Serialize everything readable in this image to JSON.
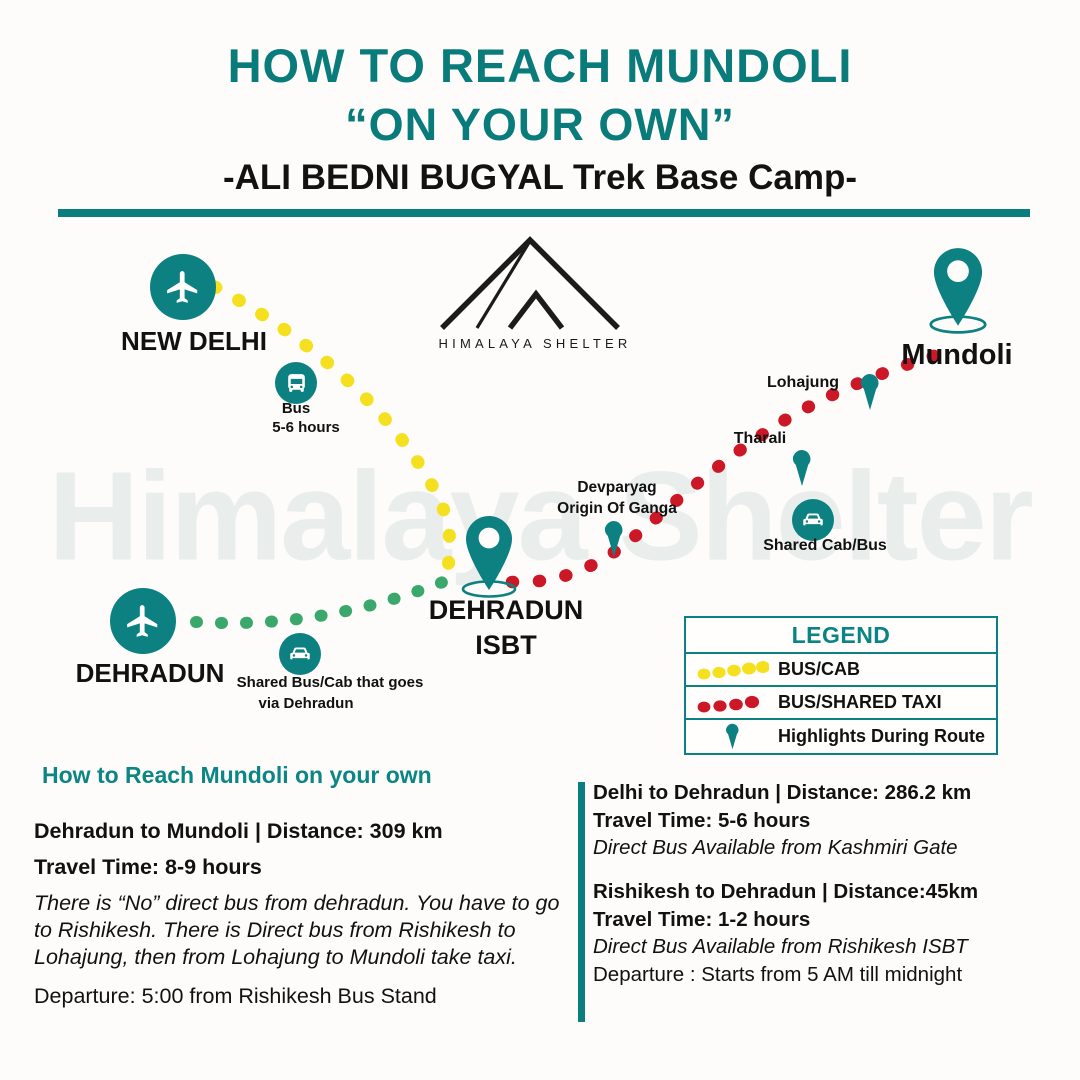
{
  "header": {
    "title_line1": "HOW TO REACH MUNDOLI",
    "title_line2": "“ON YOUR OWN”",
    "subtitle": "-ALI BEDNI BUGYAL Trek Base Camp-"
  },
  "watermark": "Himalaya Shelter",
  "brand": {
    "logo_name": "HIMALAYA SHELTER"
  },
  "colors": {
    "teal": "#0d8181",
    "teal_dark": "#0a7b7b",
    "yellow": "#f5e020",
    "red": "#cc1826",
    "green": "#3aa86b",
    "background": "#fdfcfa",
    "watermark_gray": "#e9eeec"
  },
  "map": {
    "nodes": [
      {
        "id": "new-delhi",
        "label": "NEW DELHI",
        "icon": "airplane-icon"
      },
      {
        "id": "dehradun",
        "label": "DEHRADUN",
        "icon": "airplane-icon"
      },
      {
        "id": "dehradun-isbt",
        "label": "DEHRADUN\nISBT",
        "icon": "map-pin-icon"
      },
      {
        "id": "mundoli",
        "label": "Mundoli",
        "icon": "map-pin-icon"
      }
    ],
    "node_labels": {
      "new_delhi": "NEW DELHI",
      "dehradun": "DEHRADUN",
      "dehradun_isbt_line1": "DEHRADUN",
      "dehradun_isbt_line2": "ISBT",
      "mundoli": "Mundoli"
    },
    "transport": [
      {
        "id": "bus-delhi-dehradun",
        "icon": "bus-icon",
        "line1": "Bus",
        "line2": "5-6 hours"
      },
      {
        "id": "shared-cab-dehradun",
        "icon": "car-icon",
        "line1": "Shared Bus/Cab that goes",
        "line2": "via Dehradun"
      },
      {
        "id": "shared-cab-bus-mundoli",
        "icon": "car-icon",
        "line1": "Shared Cab/Bus",
        "line2": ""
      }
    ],
    "highlights": [
      {
        "id": "devparyag",
        "line1": "Devparyag",
        "line2": "Origin Of Ganga"
      },
      {
        "id": "tharali",
        "line1": "Tharali",
        "line2": ""
      },
      {
        "id": "lohajung",
        "line1": "Lohajung",
        "line2": ""
      }
    ]
  },
  "legend": {
    "title": "LEGEND",
    "rows": [
      {
        "key": "yellow-dotted-line",
        "label": "BUS/CAB"
      },
      {
        "key": "red-dotted-line",
        "label": "BUS/SHARED TAXI"
      },
      {
        "key": "map-pin-icon",
        "label": "Highlights During Route"
      }
    ]
  },
  "info": {
    "section_heading": "How to Reach Mundoli on your own",
    "left": {
      "line_distance": "Dehradun to Mundoli | Distance: 309 km",
      "line_time": "Travel Time: 8-9 hours",
      "note": "There is “No” direct bus from dehradun. You have to go to Rishikesh. There is Direct bus from Rishikesh to Lohajung, then from Lohajung to Mundoli take taxi.",
      "departure_label": "Departure:",
      "departure_value": "5:00 from Rishikesh Bus Stand"
    },
    "right": [
      {
        "line_distance": "Delhi to Dehradun  | Distance: 286.2 km",
        "line_time": "Travel Time: 5-6 hours",
        "note": "Direct Bus Available from Kashmiri Gate",
        "departure_label": "",
        "departure_value": ""
      },
      {
        "line_distance": "Rishikesh to Dehradun | Distance:45km",
        "line_time": "Travel Time: 1-2 hours",
        "note": "Direct Bus Available from Rishikesh ISBT",
        "departure_label": "Departure : ",
        "departure_value": "Starts from 5 AM till midnight"
      }
    ]
  }
}
